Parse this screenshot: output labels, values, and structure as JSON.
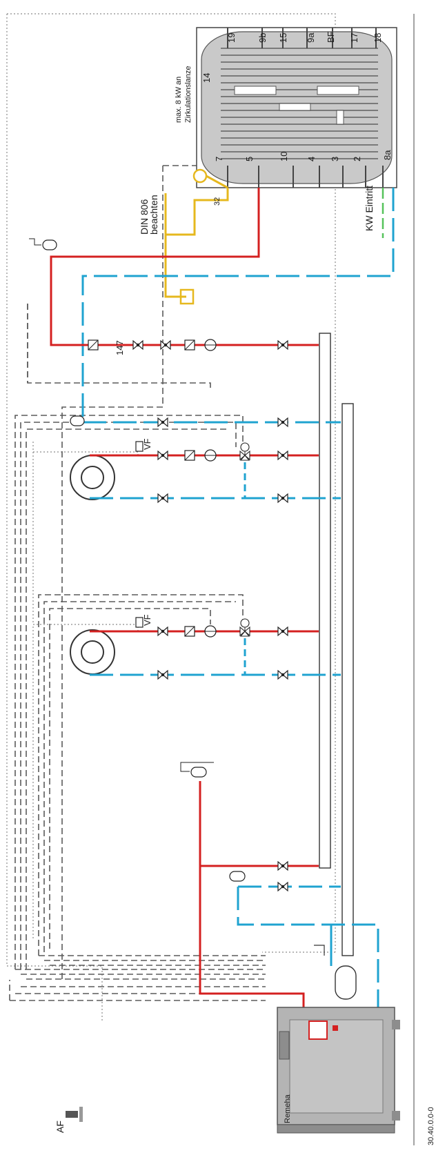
{
  "colors": {
    "flow": "#d42020",
    "return": "#1fa3d0",
    "solar": "#e6b81e",
    "coldwater": "#55c25a",
    "control": "#5a5a5a",
    "sensor": "#8a8a8a",
    "tank_fill": "#c9c9c9",
    "boiler_fill": "#b4b4b4"
  },
  "tank": {
    "ports_top": [
      "19",
      "9b",
      "15",
      "9a",
      "BF",
      "17",
      "18"
    ],
    "ports_bottom": [
      "7",
      "5",
      "10",
      "4",
      "3",
      "2",
      "8a"
    ],
    "side_label": "14"
  },
  "circulation": {
    "note_line1": "max. 8 kW an",
    "note_line2": "Zirkulationslanze",
    "pump_label": "32",
    "din_line1": "DIN 806",
    "din_line2": "beachten"
  },
  "cold_water_label": "KW Eintritt",
  "valve_label": "147",
  "heating_circuits": [
    {
      "sensor_label": "VF"
    },
    {
      "sensor_label": "VF"
    }
  ],
  "outdoor_sensor_label": "AF",
  "boiler_brand": "Remeha",
  "drawing_code": "30.40.0.0-0"
}
